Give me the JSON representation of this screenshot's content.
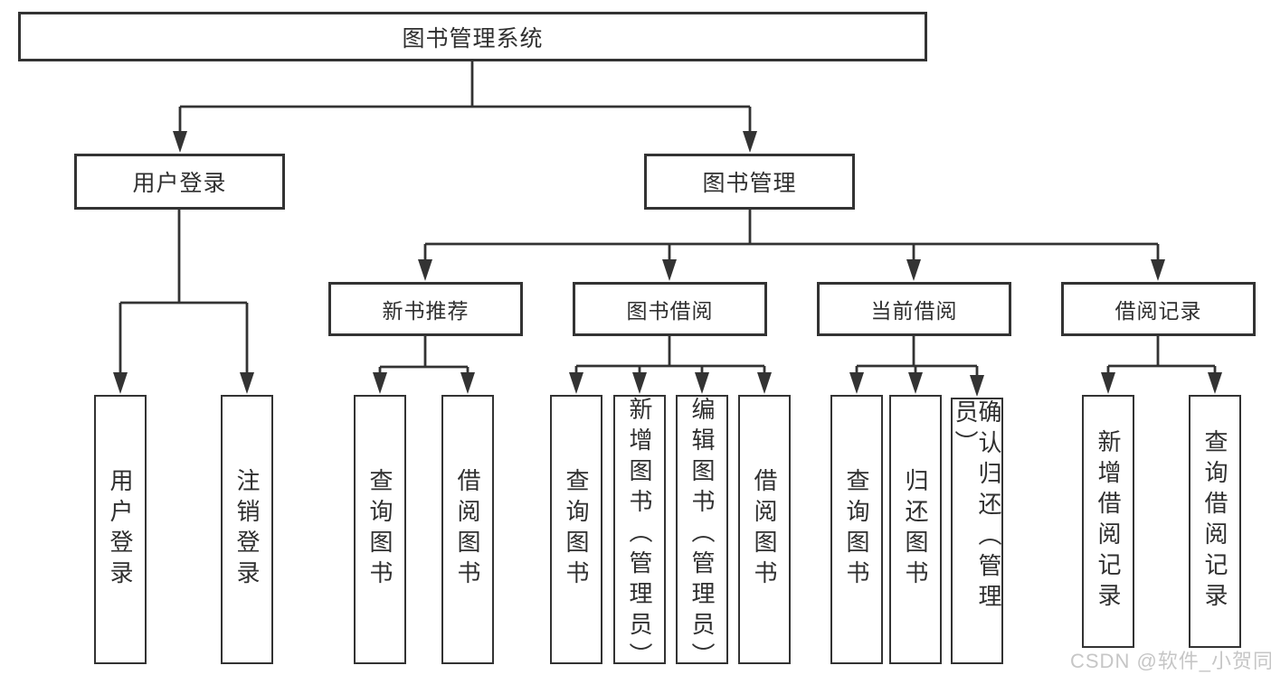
{
  "tree": {
    "label": "图书管理系统",
    "children": [
      {
        "label": "用户登录",
        "children": [
          {
            "label": "用户登录"
          },
          {
            "label": "注销登录"
          }
        ]
      },
      {
        "label": "图书管理",
        "children": [
          {
            "label": "新书推荐",
            "children": [
              {
                "label": "查询图书"
              },
              {
                "label": "借阅图书"
              }
            ]
          },
          {
            "label": "图书借阅",
            "children": [
              {
                "label": "查询图书"
              },
              {
                "label": "新增图书（管理员）"
              },
              {
                "label": "编辑图书（管理员）"
              },
              {
                "label": "借阅图书"
              }
            ]
          },
          {
            "label": "当前借阅",
            "children": [
              {
                "label": "查询图书"
              },
              {
                "label": "归还图书"
              },
              {
                "label": "确认归还（管理员）"
              }
            ]
          },
          {
            "label": "借阅记录",
            "children": [
              {
                "label": "新增借阅记录"
              },
              {
                "label": "查询借阅记录"
              }
            ]
          }
        ]
      }
    ]
  },
  "watermark": {
    "text": "CSDN @软件_小贺同学"
  },
  "colors": {
    "line": "#333333",
    "text": "#2f2f2f",
    "watermark": "#c6c6c6",
    "background": "#ffffff"
  }
}
